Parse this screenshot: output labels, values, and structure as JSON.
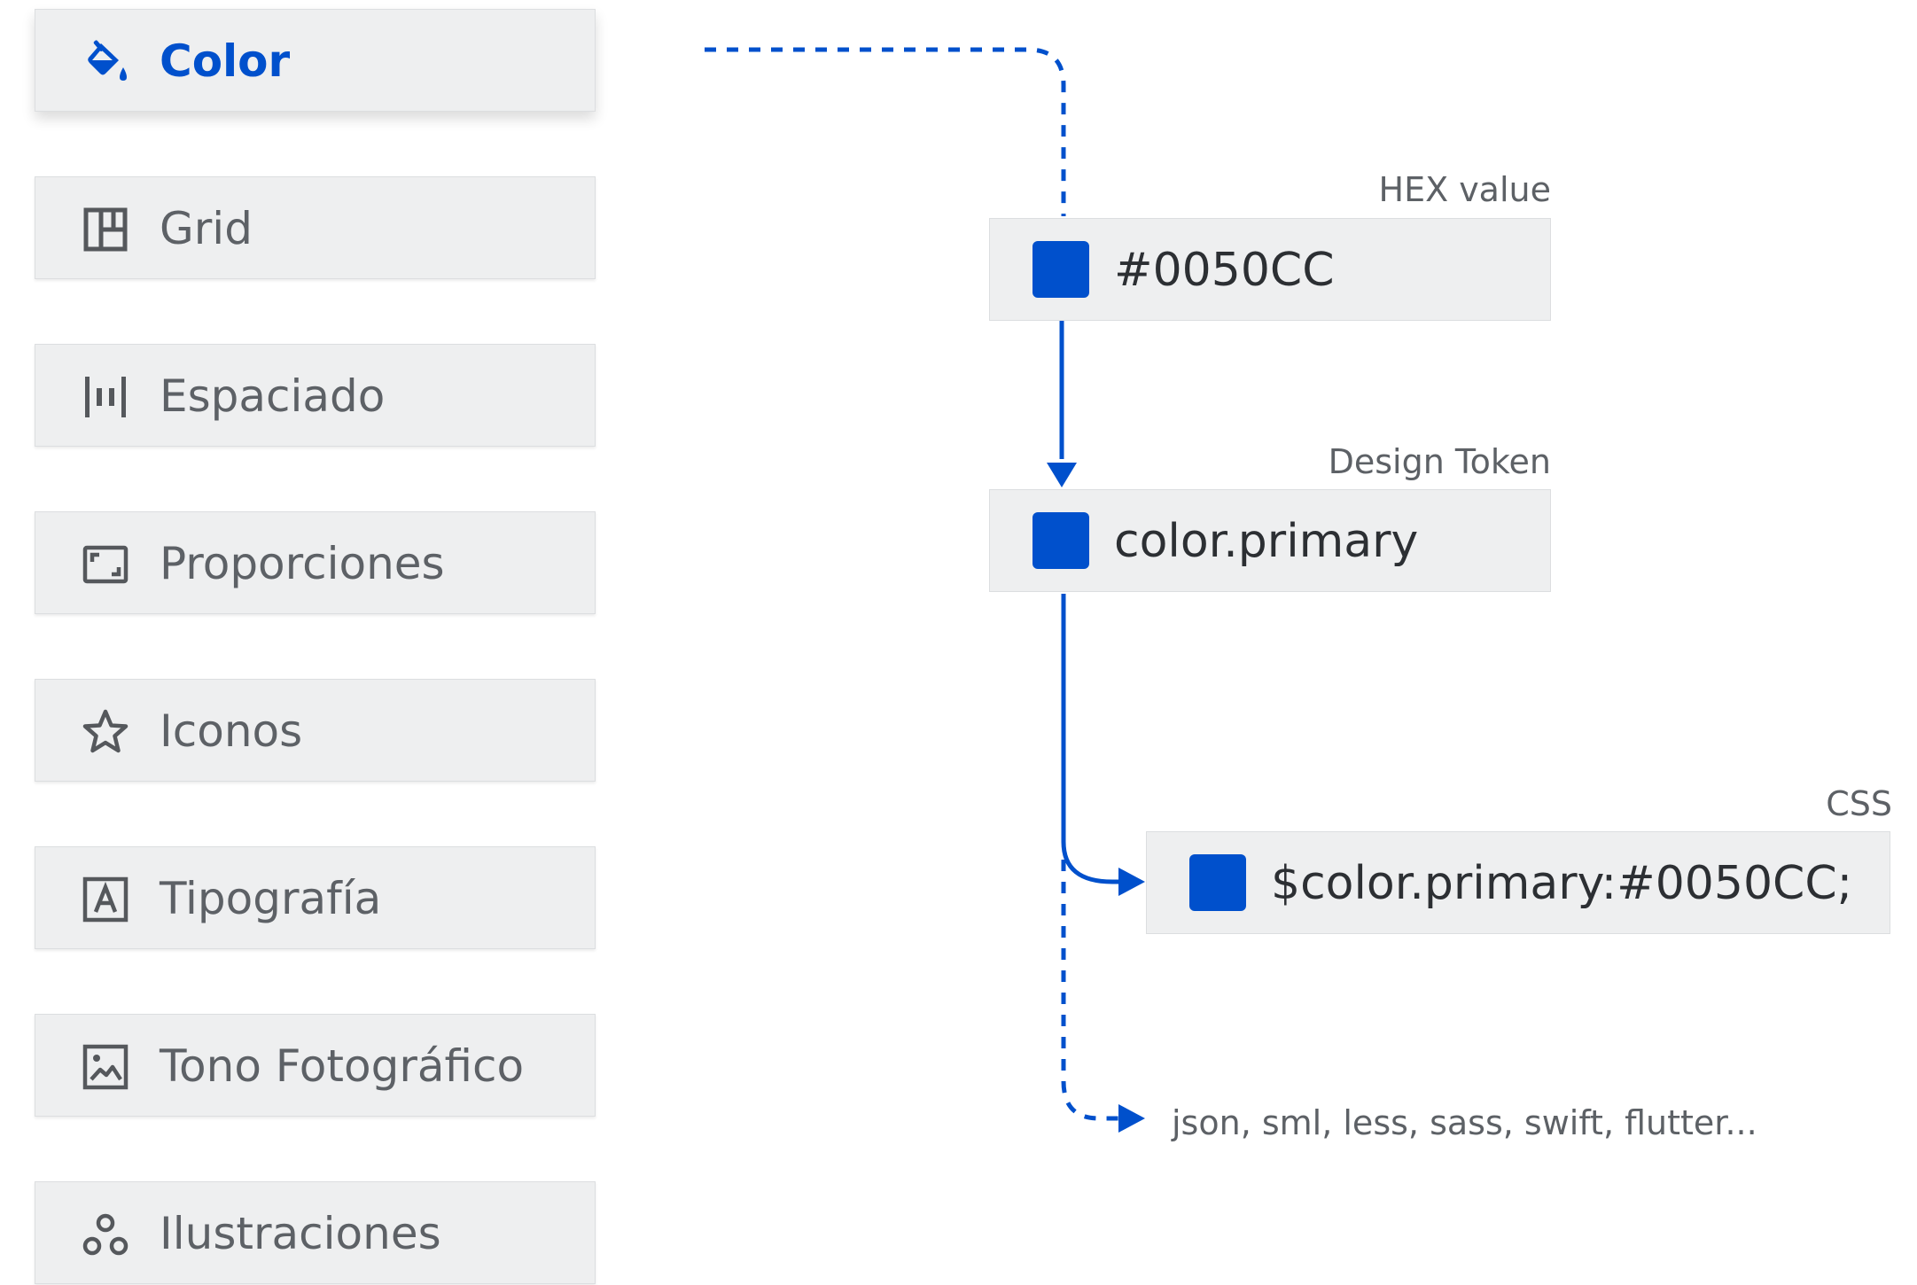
{
  "menu": [
    {
      "label": "Color",
      "icon": "paint-bucket-icon",
      "active": true
    },
    {
      "label": "Grid",
      "icon": "grid-layout-icon",
      "active": false
    },
    {
      "label": "Espaciado",
      "icon": "spacing-icon",
      "active": false
    },
    {
      "label": "Proporciones",
      "icon": "aspect-ratio-icon",
      "active": false
    },
    {
      "label": "Iconos",
      "icon": "star-icon",
      "active": false
    },
    {
      "label": "Tipografía",
      "icon": "typography-icon",
      "active": false
    },
    {
      "label": "Tono Fotográfico",
      "icon": "image-icon",
      "active": false
    },
    {
      "label": "Ilustraciones",
      "icon": "illustration-icon",
      "active": false
    }
  ],
  "tokens": {
    "hex": {
      "label": "HEX value",
      "value": "#0050CC"
    },
    "design_token": {
      "label": "Design Token",
      "value": "color.primary"
    },
    "css": {
      "label": "CSS",
      "value": "$color.primary:#0050CC;"
    },
    "formats": "json, sml, less, sass, swift, flutter..."
  },
  "colors": {
    "accent": "#0050CC",
    "swatch": "#0050CC"
  }
}
